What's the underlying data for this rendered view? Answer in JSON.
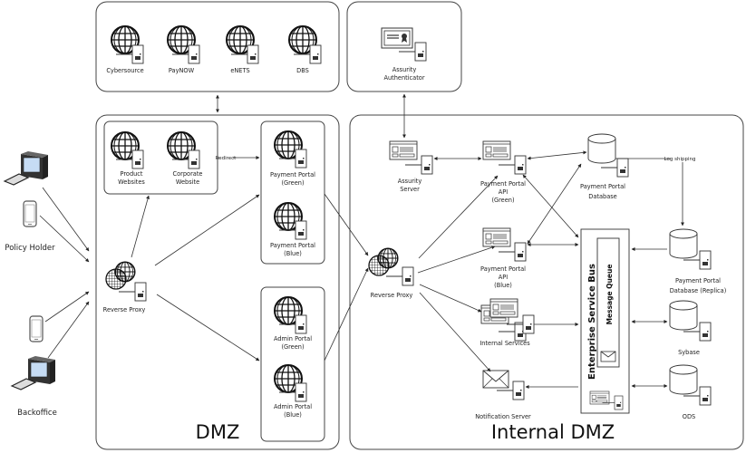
{
  "zones": {
    "dmz": "DMZ",
    "internal_dmz": "Internal DMZ"
  },
  "external_services": [
    {
      "label": "Cybersource",
      "icon": "globe-server-icon"
    },
    {
      "label": "PayNOW",
      "icon": "globe-server-icon"
    },
    {
      "label": "eNETS",
      "icon": "globe-server-icon"
    },
    {
      "label": "DBS",
      "icon": "globe-server-icon"
    }
  ],
  "authenticator": {
    "line1": "Assurity",
    "line2": "Authenticator",
    "icon": "certificate-server-icon"
  },
  "clients": {
    "policy_holder": "Policy Holder",
    "backoffice": "Backoffice"
  },
  "dmz_nodes": {
    "reverse_proxy": "Reverse Proxy",
    "product_websites": [
      "Product",
      "Websites"
    ],
    "corporate_website": [
      "Corporate",
      "Website"
    ],
    "redirect_label": "Redirect",
    "payment_portal_green": [
      "Payment Portal",
      "(Green)"
    ],
    "payment_portal_blue": [
      "Payment Portal",
      "(Blue)"
    ],
    "admin_portal_green": [
      "Admin Portal",
      "(Green)"
    ],
    "admin_portal_blue": [
      "Admin Portal",
      "(Blue)"
    ]
  },
  "internal_nodes": {
    "reverse_proxy": "Reverse Proxy",
    "assurity_server": [
      "Assurity",
      "Server"
    ],
    "api_green": [
      "Payment Portal",
      "API",
      "(Green)"
    ],
    "api_blue": [
      "Payment Portal",
      "API",
      "(Blue)"
    ],
    "internal_services": "Internal Services",
    "notification_server": "Notification Server",
    "portal_db": [
      "Payment Portal",
      "Database"
    ],
    "log_shipping": "Log shipping",
    "replica_db": [
      "Payment Portal",
      "Database (Replica)"
    ],
    "sybase": "Sybase",
    "ods": "ODS",
    "esb": "Enterprise Service Bus",
    "message_queue": "Message Queue"
  }
}
